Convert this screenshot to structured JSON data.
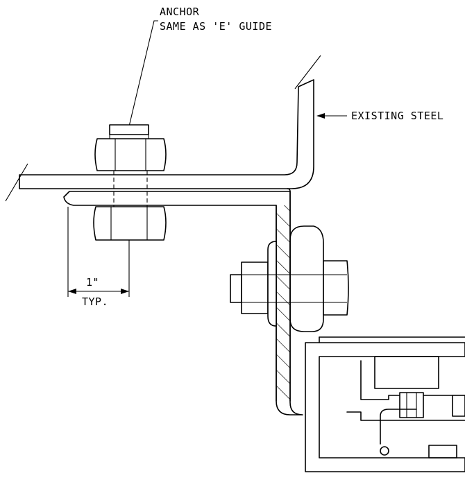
{
  "callouts": {
    "anchor_line1": "ANCHOR",
    "anchor_line2": "SAME AS 'E' GUIDE",
    "existing_steel": "EXISTING STEEL",
    "dimension_value": "1\"",
    "dimension_note": "TYP."
  }
}
